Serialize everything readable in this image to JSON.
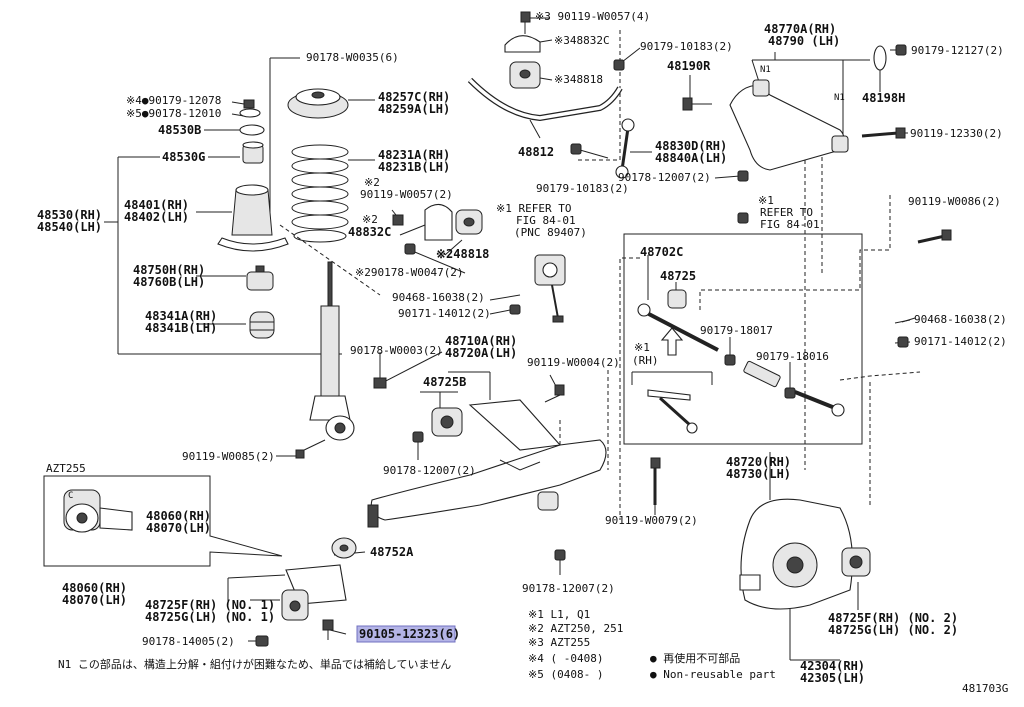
{
  "labels": {
    "p_90119_W0057_4": "※3 90119-W0057(4)",
    "p_48832C_a": "※348832C",
    "p_48818_a": "※348818",
    "p_90179_10183_a": "90179-10183(2)",
    "p_48190R": "48190R",
    "p_48770A": "48770A(RH)",
    "p_48790": "48790 (LH)",
    "p_90179_12127": "90179-12127(2)",
    "p_N1_a": "N1",
    "p_N1_b": "N1",
    "p_48198H": "48198H",
    "p_90178_W0035": "90178-W0035(6)",
    "p_90179_12078": "※4●90179-12078",
    "p_90178_12010": "※5●90178-12010",
    "p_48530B": "48530B",
    "p_48530G": "48530G",
    "p_48257C": "48257C(RH)",
    "p_48259A": "48259A(LH)",
    "p_48231A": "48231A(RH)",
    "p_48231B": "48231B(LH)",
    "p_48812": "48812",
    "p_48830D": "48830D(RH)",
    "p_48840A": "48840A(LH)",
    "p_90119_12330": "90119-12330(2)",
    "p_90179_10183_b": "90179-10183(2)",
    "p_90178_12007_a": "90178-12007(2)",
    "p_x2_a": "※2",
    "p_90119_W0057_2": "90119-W0057(2)",
    "p_x2_b": "※2",
    "p_48832C_b": "48832C",
    "p_48818_b": "※248818",
    "p_refer_a1": "※1 REFER TO",
    "p_refer_a2": "FIG 84-01",
    "p_refer_a3": "(PNC 89407)",
    "p_x1_b": "※1",
    "p_refer_b1": "REFER TO",
    "p_refer_b2": "FIG 84-01",
    "p_90119_W0086": "90119-W0086(2)",
    "p_48530RH": "48530(RH)",
    "p_48540LH": "48540(LH)",
    "p_48401": "48401(RH)",
    "p_48402": "48402(LH)",
    "p_90178_W0047": "※290178-W0047(2)",
    "p_48750H": "48750H(RH)",
    "p_48760B": "48760B(LH)",
    "p_48341A": "48341A(RH)",
    "p_48341B": "48341B(LH)",
    "p_90468_16038_a": "90468-16038(2)",
    "p_90171_14012_a": "90171-14012(2)",
    "p_48702C": "48702C",
    "p_48725": "48725",
    "p_90179_18017": "90179-18017",
    "p_90468_16038_b": "90468-16038(2)",
    "p_90171_14012_b": "90171-14012(2)",
    "p_x1_c": "※1",
    "p_rh": "(RH)",
    "p_90179_18016": "90179-18016",
    "p_90178_W0003": "90178-W0003(2)",
    "p_48710A": "48710A(RH)",
    "p_48720A": "48720A(LH)",
    "p_90119_W0004": "90119-W0004(2)",
    "p_48725B": "48725B",
    "p_90178_12007_b": "90178-12007(2)",
    "p_90119_W0085": "90119-W0085(2)",
    "p_48720RH": "48720(RH)",
    "p_48730LH": "48730(LH)",
    "p_AZT255": "AZT255",
    "p_48060_a": "48060(RH)",
    "p_48070_a": "48070(LH)",
    "p_90119_W0079": "90119-W0079(2)",
    "p_48752A": "48752A",
    "p_48060_b": "48060(RH)",
    "p_48070_b": "48070(LH)",
    "p_48725F_1": "48725F(RH) (NO. 1)",
    "p_48725G_1": "48725G(LH) (NO. 1)",
    "p_90178_12007_c": "90178-12007(2)",
    "p_48725F_2": "48725F(RH) (NO. 2)",
    "p_48725G_2": "48725G(LH) (NO. 2)",
    "p_90178_14005": "90178-14005(2)",
    "p_90105_12323": "90105-12323(6)",
    "p_42304": "42304(RH)",
    "p_42305": "42305(LH)",
    "p_C": "C"
  },
  "legend": {
    "row1": "※1   L1, Q1",
    "row2": "※2   AZT250, 251",
    "row3": "※3   AZT255",
    "row4": "※4   (      -0408)",
    "row5": "※5   (0408-      )",
    "jp_nonreuse": "● 再使用不可部品",
    "en_nonreuse": "● Non-reusable part"
  },
  "note_n1": "N1 この部品は、構造上分解・組付けが困難なため、単品では補給していません",
  "diagram_id": "481703G",
  "highlight_color": "#b4b4e6"
}
